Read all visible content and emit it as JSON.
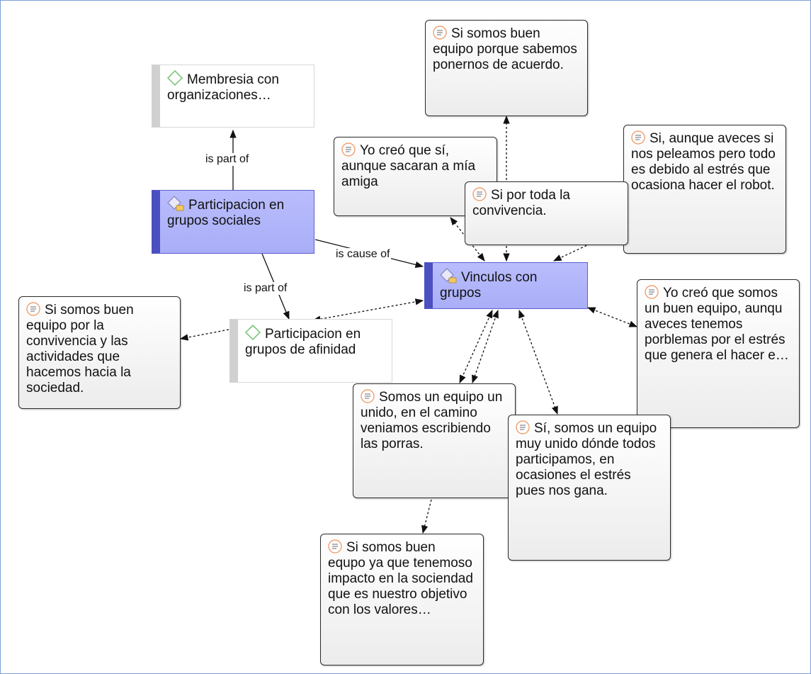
{
  "nodes": {
    "membresia": "Membresia con organizaciones…",
    "participacion_sociales": "Participacion en grupos sociales",
    "vinculos": "Vinculos con grupos",
    "participacion_afinidad": "Participacion en grupos de afinidad",
    "q_acuerdo": "Si somos buen equipo porque sabemos ponernos de acuerdo.",
    "q_amiga": "Yo creó que sí, aunque sacaran a mía amiga",
    "q_convivencia": "Si por toda la convivencia.",
    "q_peleamos": "Si, aunque aveces si nos peleamos pero todo es debido al estrés que ocasiona hacer el robot.",
    "q_problemas": "Yo creó que somos un buen equipo, aunqu aveces tenemos porblemas por el estrés que genera el hacer e…",
    "q_sociedad": "Si somos buen equipo por la convivencia y las actividades que hacemos hacia la sociedad.",
    "q_porras": "Somos un equipo un unido, en el camino veniamos escribiendo las porras.",
    "q_unido": "Sí, somos un equipo muy unido dónde todos participamos, en ocasiones el estrés pues nos gana.",
    "q_impacto": "Si somos buen equpo ya que tenemoso impacto en la sociendad que es nuestro objetivo con los valores…"
  },
  "relations": {
    "is_part_of_1": "is part of",
    "is_part_of_2": "is part of",
    "is_cause_of": "is cause of"
  },
  "icons": {
    "quote": "quote-document-icon",
    "code": "code-diamond-icon",
    "code_with_comment": "code-diamond-comment-icon"
  },
  "colors": {
    "active_code_fill": "#b0b4fb",
    "active_code_border": "#4b4fc0",
    "code_border": "#d0d0d0",
    "quote_icon": "#f0a070",
    "code_icon": "#7cc87c",
    "canvas_border": "#7da0d8"
  }
}
